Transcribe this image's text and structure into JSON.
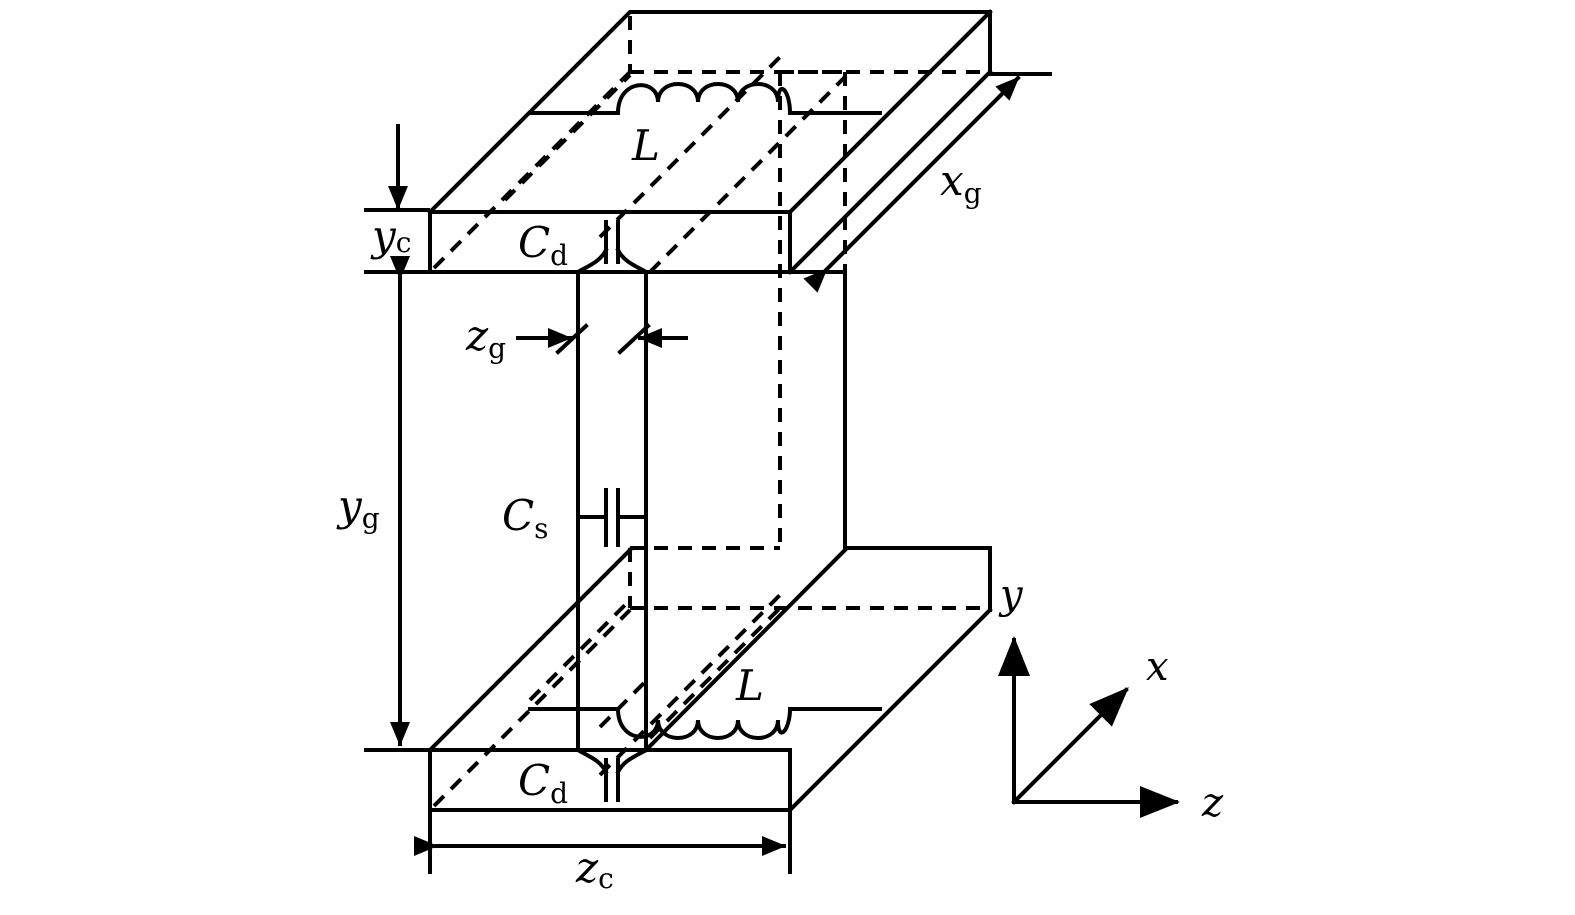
{
  "labels": {
    "L_top": "L",
    "L_bottom": "L",
    "Cd_top": {
      "main": "C",
      "sub": "d"
    },
    "Cd_bottom": {
      "main": "C",
      "sub": "d"
    },
    "Cs": {
      "main": "C",
      "sub": "s"
    },
    "yc": {
      "main": "y",
      "sub": "c"
    },
    "yg": {
      "main": "y",
      "sub": "g"
    },
    "zg": {
      "main": "z",
      "sub": "g"
    },
    "xg": {
      "main": "x",
      "sub": "g"
    },
    "zc": {
      "main": "z",
      "sub": "c"
    }
  },
  "axes": {
    "x": "x",
    "y": "y",
    "z": "z"
  },
  "colors": {
    "line": "#000000",
    "background": "#ffffff"
  }
}
